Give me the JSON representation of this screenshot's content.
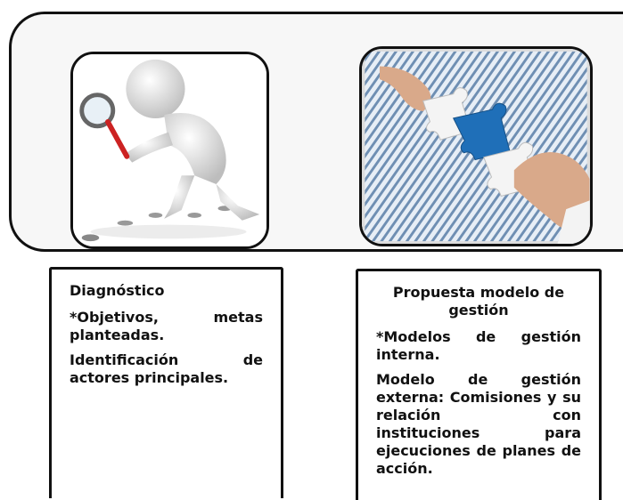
{
  "left_panel": {
    "image": {
      "icon": "magnifier-figure-icon",
      "alt": "person searching with magnifying glass"
    },
    "title": "Diagnóstico",
    "items": [
      "*Objetivos, metas planteadas.",
      "Identificación de actores principales."
    ]
  },
  "right_panel": {
    "image": {
      "icon": "puzzle-hands-icon",
      "alt": "hands joining puzzle pieces"
    },
    "title": "Propuesta modelo de gestión",
    "items": [
      "*Modelos de gestión interna.",
      "Modelo de gestión externa: Comisiones y su relación con instituciones para ejecuciones de planes de acción."
    ]
  },
  "colors": {
    "border": "#111111",
    "puzzle": "#1f6fb8",
    "stripes": "#6f8fb3"
  }
}
